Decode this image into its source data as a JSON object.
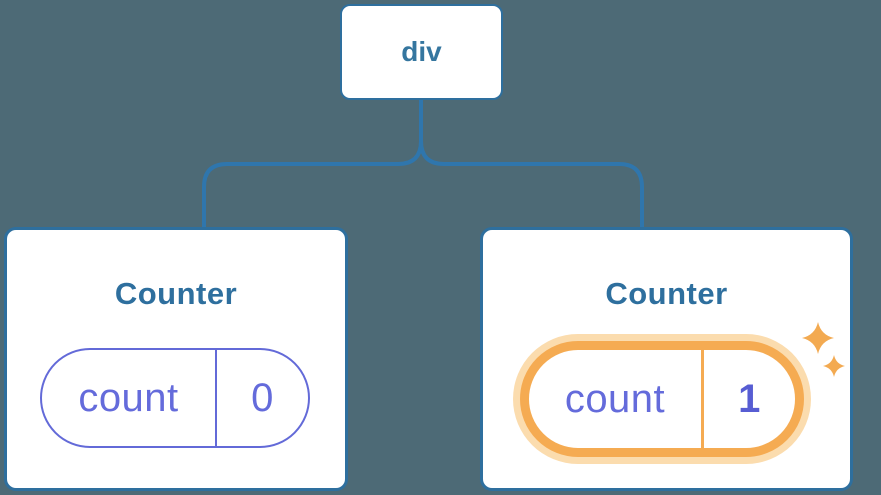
{
  "colors": {
    "background": "#4d6a76",
    "connector": "#2f76ad",
    "card-border": "#2e6f9e",
    "node-text": "#35769f",
    "title-text": "#2e6f9e",
    "purple": "#636ad8",
    "purple-text": "#646bdb",
    "value-bold": "#575dd3",
    "orange": "#f5ab52",
    "orange-glow": "#fbdcae",
    "sparkle": "#f3aa51"
  },
  "tree": {
    "root": {
      "label": "div"
    },
    "children": [
      {
        "title": "Counter",
        "state": {
          "key": "count",
          "value": "0"
        },
        "highlighted": false
      },
      {
        "title": "Counter",
        "state": {
          "key": "count",
          "value": "1"
        },
        "highlighted": true
      }
    ]
  }
}
